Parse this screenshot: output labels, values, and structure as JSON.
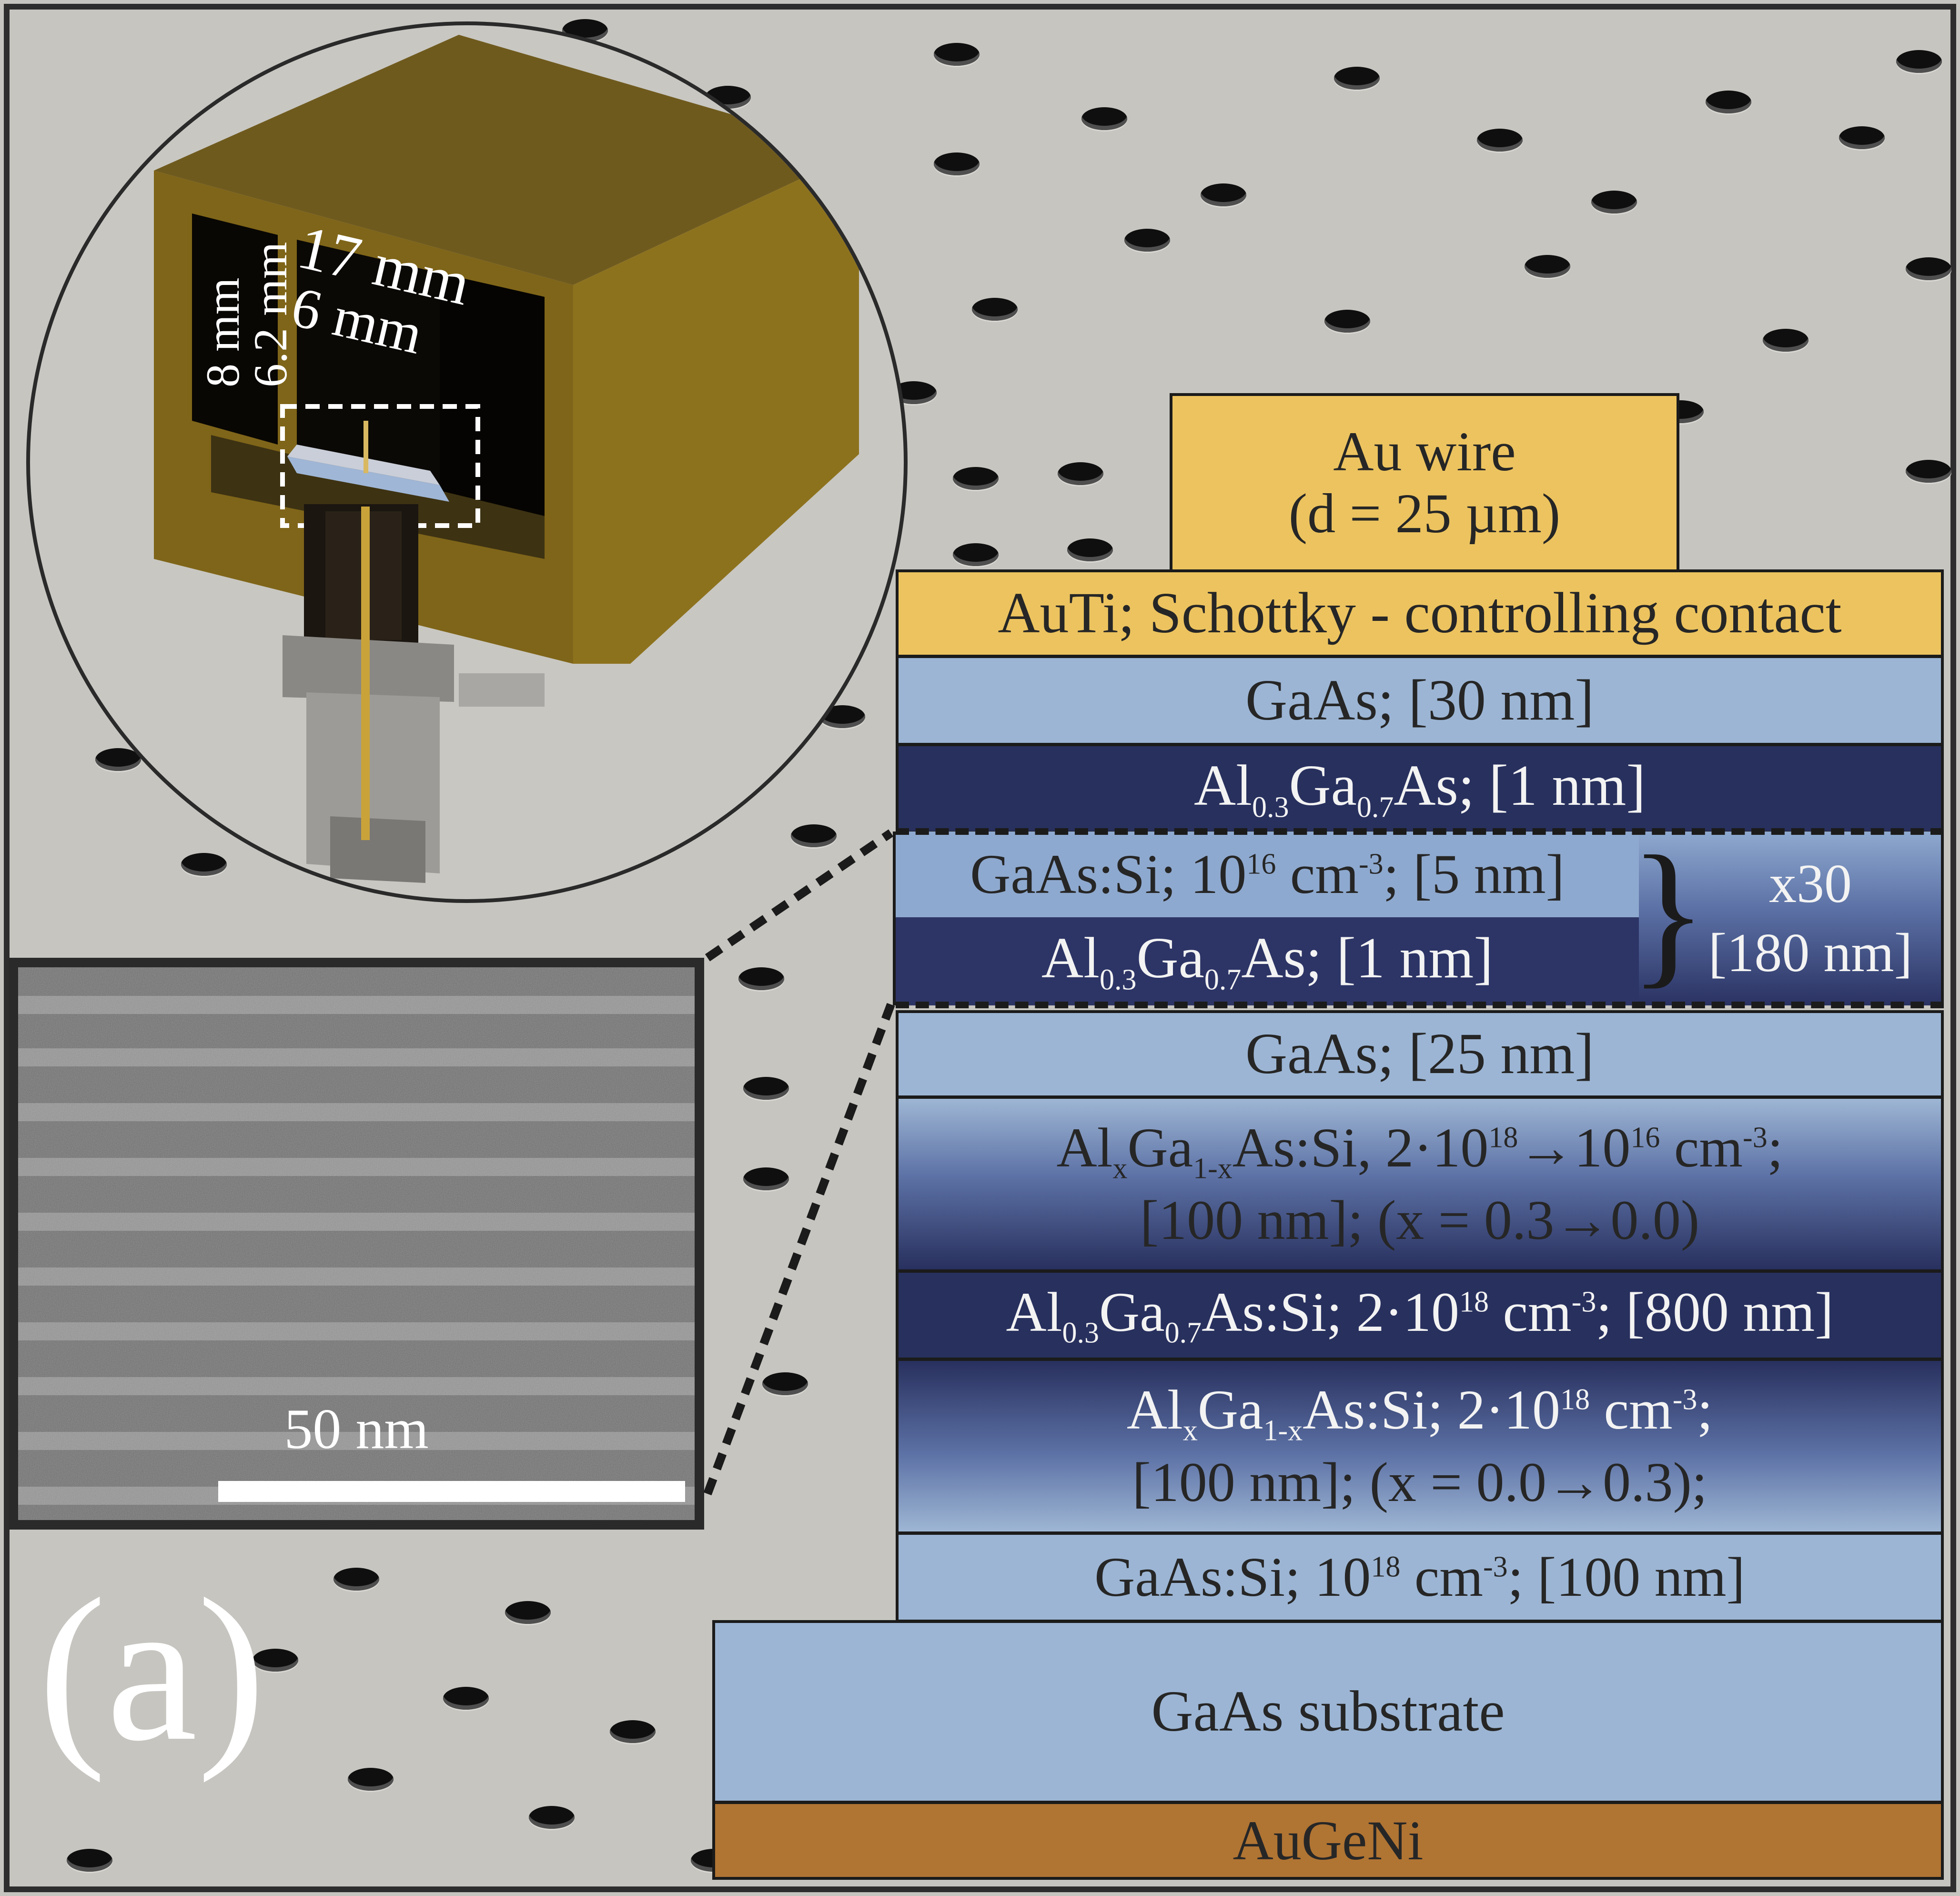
{
  "panel_label": "(a)",
  "holder": {
    "dimensions": {
      "width_outer": "17 mm",
      "width_inner": "6 mm",
      "height_outer": "8 mm",
      "height_inner": "6.2 mm"
    }
  },
  "tem": {
    "scale_label": "50 nm"
  },
  "layers": {
    "au_wire": {
      "line1": "Au wire",
      "line2": "(d = 25 µm)"
    },
    "auti": "AuTi; Schottky - controlling contact",
    "gaas_30": "GaAs; [30 nm]",
    "algaas_1a": {
      "a": "Al",
      "s1": "0.3",
      "b": "Ga",
      "s2": "0.7",
      "c": "As; [1 nm]"
    },
    "gaas_si_5": {
      "a": "GaAs:Si; 10",
      "sup1": "16",
      "b": " cm",
      "sup2": "-3",
      "c": "; [5 nm]"
    },
    "algaas_1b": {
      "a": "Al",
      "s1": "0.3",
      "b": "Ga",
      "s2": "0.7",
      "c": "As; [1 nm]"
    },
    "repeat": {
      "line1": "x30",
      "line2": "[180 nm]"
    },
    "gaas_25": "GaAs; [25 nm]",
    "grad1": {
      "a": "Al",
      "s1": "x",
      "b": "Ga",
      "s2": "1-x",
      "c": "As:Si, 2·10",
      "sup1": "18",
      "d": "→10",
      "sup2": "16",
      "e": " cm",
      "sup3": "-3",
      "f": ";",
      "line2": "[100 nm]; (x = 0.3→0.0)"
    },
    "algaas_800": {
      "a": "Al",
      "s1": "0.3",
      "b": "Ga",
      "s2": "0.7",
      "c": "As:Si; 2·10",
      "sup1": "18",
      "d": " cm",
      "sup2": "-3",
      "e": "; [800 nm]"
    },
    "grad2": {
      "a": "Al",
      "s1": "x",
      "b": "Ga",
      "s2": "1-x",
      "c": "As:Si; 2·10",
      "sup1": "18",
      "d": " cm",
      "sup2": "-3",
      "e": ";",
      "line2": "[100 nm]; (x = 0.0→0.3);"
    },
    "gaas_si_100": {
      "a": "GaAs:Si; 10",
      "sup1": "18",
      "b": " cm",
      "sup2": "-3",
      "c": "; [100 nm]"
    },
    "substrate": "GaAs substrate",
    "augeni": "AuGeNi"
  },
  "colors": {
    "light_layer": "#9cb5d4",
    "dark_layer": "#28305e",
    "gold_contact": "#ecc35f",
    "ohmic_contact": "#b07433",
    "background": "#c6c5c0",
    "holder": "#8a6e1c"
  }
}
